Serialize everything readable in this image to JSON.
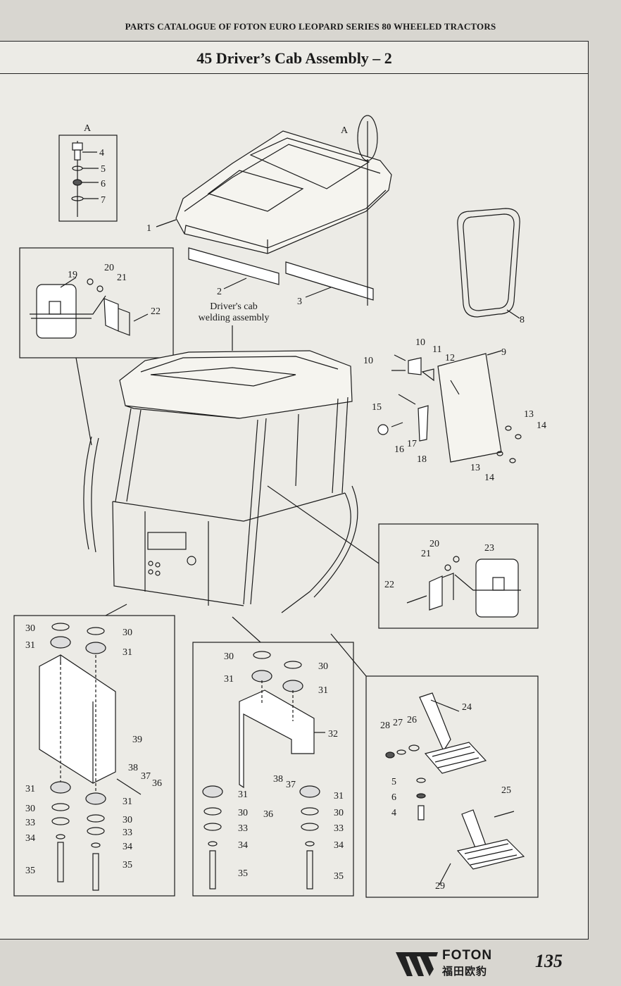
{
  "header": {
    "text": "PARTS CATALOGUE OF FOTON EURO LEOPARD SERIES 80 WHEELED TRACTORS"
  },
  "title": "45 Driver’s Cab Assembly – 2",
  "caption": {
    "line1": "Driver's cab",
    "line2": "welding assembly"
  },
  "view_letter": "A",
  "footer": {
    "brand": "FOTON",
    "brand_cn": "福田欧豹",
    "page_number": "135"
  },
  "logo_icon": "foton-logo-icon",
  "callouts": {
    "p1": "1",
    "p2": "2",
    "p3": "3",
    "p4": "4",
    "p5": "5",
    "p6": "6",
    "p7": "7",
    "p8": "8",
    "p9": "9",
    "p10": "10",
    "p11": "11",
    "p12": "12",
    "p13": "13",
    "p14": "14",
    "p15": "15",
    "p16": "16",
    "p17": "17",
    "p18": "18",
    "p19": "19",
    "p20": "20",
    "p21": "21",
    "p22": "22",
    "p23": "23",
    "p24": "24",
    "p25": "25",
    "p26": "26",
    "p27": "27",
    "p28": "28",
    "p29": "29",
    "p30": "30",
    "p31": "31",
    "p32": "32",
    "p33": "33",
    "p34": "34",
    "p35": "35",
    "p36": "36",
    "p37": "37",
    "p38": "38",
    "p39": "39"
  }
}
